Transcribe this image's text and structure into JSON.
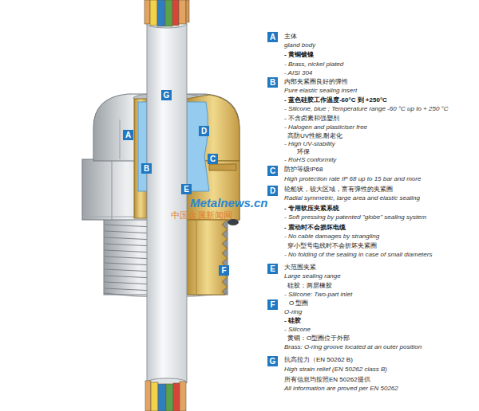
{
  "diagram": {
    "nodes": [
      {
        "text": [
          "G"
        ]
      },
      {
        "text": [
          "D"
        ]
      },
      {
        "text": [
          "A"
        ]
      },
      {
        "text": [
          "C"
        ]
      },
      {
        "text": [
          "B"
        ]
      },
      {
        "text": [
          "E"
        ]
      },
      {
        "text": [
          "F"
        ]
      },
      {
        "text": [
          "A"
        ]
      },
      {
        "text": [
          "B"
        ]
      },
      {
        "text": [
          "C"
        ]
      },
      {
        "text": [
          "D"
        ]
      },
      {
        "text": [
          "E"
        ]
      },
      {
        "text": [
          "F"
        ]
      },
      {
        "text": [
          "G"
        ]
      }
    ],
    "labels": [
      "主体",
      "gland body",
      "- 黄铜镀镍",
      "- Brass, nickel plated",
      "- AISI 304",
      "内部夹紧圈良好的弹性",
      "Pure elastic sealing insert",
      "- 蓝色硅胶工作温度-60°C 到 +250°C",
      "- Silicone, blue ; Temperature range -60 °C up to + 250 °C",
      "- 不含卤素和强塑剂",
      "- Halogen and plasticiser free",
      "高防UV性能,耐老化",
      "- High UV-stability",
      "环保",
      "- RoHS conformity",
      "防护等级IP68",
      "High protection rate IP 68 up to 15 bar and more",
      "轮船状，较大区域，富有弹性的夹紧圈",
      "Radial symmetric, large area and elastic sealing",
      "- 专用软压夹紧系统",
      "- Soft pressing by patented \"globe\" sealing system",
      "- 震动时不会损坏电缆",
      "- No cable damages by strangling",
      "穿小型号电线时不会折坏夹紧圈",
      "- No folding of the sealing in case of small diameters",
      "大范围夹紧",
      "Large sealing range",
      "硅胶：两层橡胶",
      "- Silicone: Two-part inlet",
      "O 型圈",
      "O-ring",
      "- 硅胶",
      "- Silicone",
      "黄铜：O型圈位于外部",
      "Brass: O-ring groove located at an outer position",
      "抗高拉力（EN 50262 B)",
      "High strain relief (EN 50262 class B)",
      "所有信息均按照EN 50262提供",
      "All information are proved per EN 50262",
      "Metalnews.cn",
      "中国金属新闻网"
    ]
  }
}
